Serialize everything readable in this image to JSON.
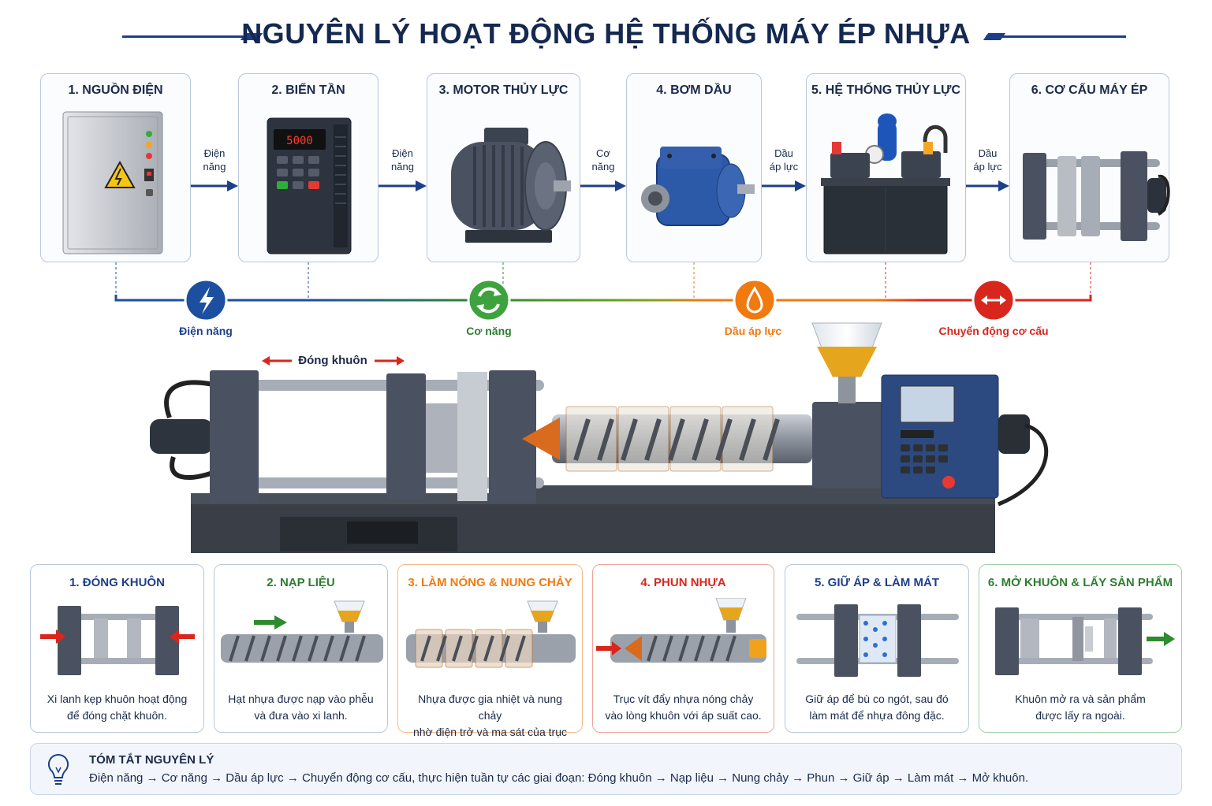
{
  "title": "NGUYÊN LÝ HOẠT ĐỘNG HỆ THỐNG MÁY ÉP NHỰA",
  "components": [
    {
      "label": "1. NGUỒN ĐIỆN"
    },
    {
      "label": "2. BIẾN TẦN"
    },
    {
      "label": "3. MOTOR THỦY LỰC"
    },
    {
      "label": "4. BƠM DẦU"
    },
    {
      "label": "5. HỆ THỐNG THỦY LỰC"
    },
    {
      "label": "6. CƠ CẤU MÁY ÉP"
    }
  ],
  "inverter_display": "5000",
  "flow_arrows": [
    {
      "line1": "Điện",
      "line2": "năng"
    },
    {
      "line1": "Điện",
      "line2": "năng"
    },
    {
      "line1": "Cơ",
      "line2": "năng"
    },
    {
      "line1": "Dầu",
      "line2": "áp lực"
    },
    {
      "line1": "Dầu",
      "line2": "áp lực"
    }
  ],
  "energy_stages": [
    {
      "label": "Điện năng",
      "color": "#1d4fa0"
    },
    {
      "label": "Cơ năng",
      "color": "#2e8b2e"
    },
    {
      "label": "Dầu áp lực",
      "color": "#f07a10"
    },
    {
      "label": "Chuyển động cơ cấu",
      "color": "#d9261c"
    }
  ],
  "machine": {
    "mold_close_label": "Đóng khuôn"
  },
  "steps": [
    {
      "title": "1. ĐÓNG KHUÔN",
      "color": "#1d3f8a",
      "desc1": "Xi lanh kẹp khuôn hoạt động",
      "desc2": "để đóng chặt khuôn."
    },
    {
      "title": "2. NẠP LIỆU",
      "color": "#2e7d32",
      "desc1": "Hạt nhựa được nạp vào phễu",
      "desc2": "và đưa vào xi lanh."
    },
    {
      "title": "3. LÀM NÓNG & NUNG CHẢY",
      "color": "#f07a10",
      "desc1": "Nhựa được gia nhiệt và nung chảy",
      "desc2": "nhờ điện trở và ma sát của trục vít."
    },
    {
      "title": "4. PHUN NHỰA",
      "color": "#d9261c",
      "desc1": "Trục vít đẩy nhựa nóng chảy",
      "desc2": "vào lòng khuôn với áp suất cao."
    },
    {
      "title": "5. GIỮ ÁP & LÀM MÁT",
      "color": "#1d3f8a",
      "desc1": "Giữ áp để bù co ngót, sau đó",
      "desc2": "làm mát để nhựa đông đặc."
    },
    {
      "title": "6. MỞ KHUÔN & LẤY SẢN PHẨM",
      "color": "#2e7d32",
      "desc1": "Khuôn mở ra và sản phẩm",
      "desc2": "được lấy ra ngoài."
    }
  ],
  "step_borders": [
    "#b9c7dc",
    "#b9c7dc",
    "#f5b98a",
    "#f0a29c",
    "#b9c7dc",
    "#9fd1a5"
  ],
  "summary": {
    "title": "TÓM TẮT NGUYÊN LÝ",
    "text": "Điện năng → Cơ năng → Dầu áp lực → Chuyển động cơ cấu, thực hiện tuần tự các giai đoạn: Đóng khuôn → Nạp liệu → Nung chảy → Phun → Giữ áp → Làm mát → Mở khuôn."
  }
}
